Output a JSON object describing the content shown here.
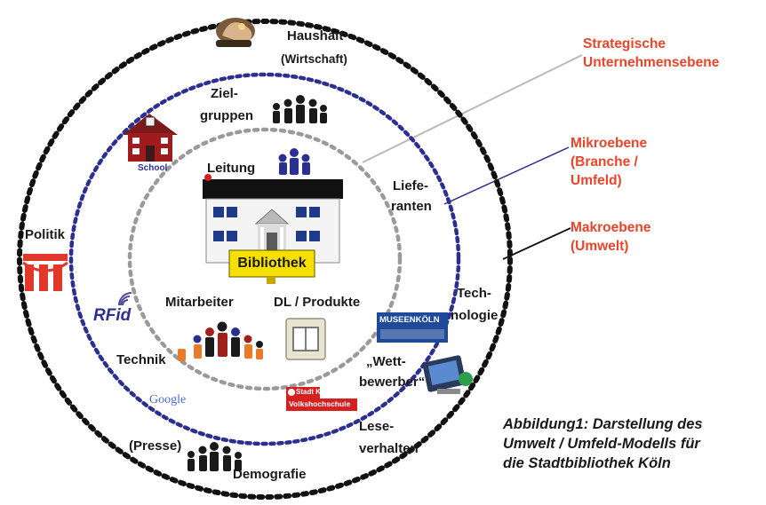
{
  "ring_labels": {
    "strategic": "Strategische Unternehmensebene",
    "micro": "Mikroebene (Branche / Umfeld)",
    "macro": "Makroebene (Umwelt)"
  },
  "ring_label_lines": {
    "strategic": [
      "Strategische",
      "Unternehmensebene"
    ],
    "micro": [
      "Mikroebene",
      "(Branche /",
      "Umfeld)"
    ],
    "macro": [
      "Makroebene",
      "(Umwelt)"
    ]
  },
  "labels": {
    "haushalt": "Haushalt",
    "wirtschaft": "(Wirtschaft)",
    "zielgruppen_1": "Ziel-",
    "zielgruppen_2": "gruppen",
    "leitung": "Leitung",
    "lieferanten_1": "Liefe-",
    "lieferanten_2": "ranten",
    "politik": "Politik",
    "technologie_1": "Tech-",
    "technologie_2": "nologie",
    "mitarbeiter": "Mitarbeiter",
    "dl_produkte": "DL / Produkte",
    "technik": "Technik",
    "wettbewerber_1": "„Wett-",
    "wettbewerber_2": "bewerber“",
    "leseverhalten_1": "Lese-",
    "leseverhalten_2": "verhalten",
    "presse": "(Presse)",
    "demografie": "Demografie",
    "bibliothek": "Bibliothek",
    "school": "School",
    "rfid": "RFid",
    "google": "Google",
    "museen": "MUSEENKÖLN",
    "vhs_top": "Stadt Köln",
    "vhs_bottom": "Volkshochschule"
  },
  "caption_lines": [
    "Abbildung1: Darstellung des",
    "Umwelt / Umfeld-Modells für",
    "die Stadtbibliothek Köln"
  ],
  "colors": {
    "outer_ring": "#111111",
    "middle_ring": "#2b2f8f",
    "inner_ring": "#9a9a9a",
    "side_labels": "#e8452a",
    "building_roof": "#111111",
    "building_windows": "#1f3a8a",
    "bibliothek_sign": "#f7e000",
    "people": "#1a1a1a"
  },
  "icons": [
    "wallet-icon",
    "school-icon",
    "people-group-icon",
    "library-building-icon",
    "politics-icon",
    "rfid-icon",
    "museum-logo",
    "book-icon",
    "technology-icon",
    "google-logo",
    "vhs-logo"
  ]
}
